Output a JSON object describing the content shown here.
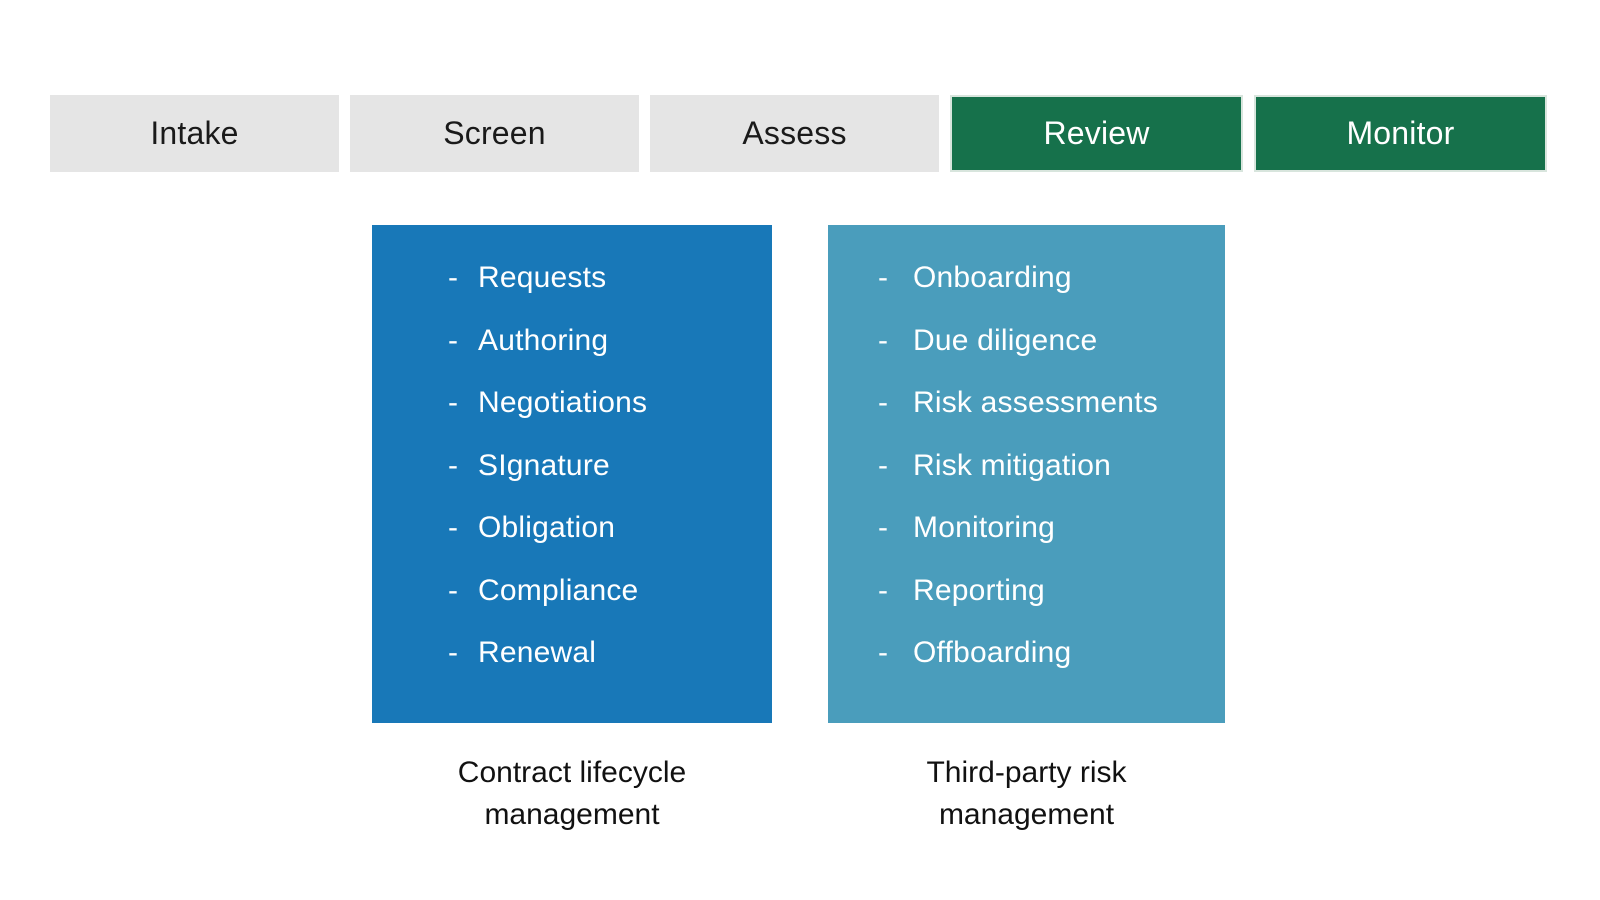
{
  "stages": [
    {
      "name": "intake",
      "label": "Intake",
      "variant": "inactive"
    },
    {
      "name": "screen",
      "label": "Screen",
      "variant": "inactive"
    },
    {
      "name": "assess",
      "label": "Assess",
      "variant": "inactive"
    },
    {
      "name": "review",
      "label": "Review",
      "variant": "active"
    },
    {
      "name": "monitor",
      "label": "Monitor",
      "variant": "active"
    }
  ],
  "bullet_char": "-",
  "panels": [
    {
      "name": "contract-lifecycle-management",
      "accent_color": "#1878b8",
      "items": [
        "Requests",
        "Authoring",
        "Negotiations",
        "SIgnature",
        "Obligation",
        "Compliance",
        "Renewal"
      ],
      "caption_lines": [
        "Contract lifecycle",
        "management"
      ]
    },
    {
      "name": "third-party-risk-management",
      "accent_color": "#4a9dbc",
      "items": [
        "Onboarding",
        "Due diligence",
        "Risk assessments",
        "Risk mitigation",
        "Monitoring",
        "Reporting",
        "Offboarding"
      ],
      "caption_lines": [
        "Third-party risk",
        "management"
      ]
    }
  ],
  "colors": {
    "background": "#ffffff",
    "stage_inactive_bg": "#e5e5e5",
    "stage_inactive_text": "#1a1a1a",
    "stage_active_bg": "#16714b",
    "stage_active_border": "#d8e5dd",
    "stage_active_text": "#ffffff",
    "panel_blue": "#1878b8",
    "panel_teal": "#4a9dbc",
    "panel_text": "#ffffff",
    "caption_text": "#111111"
  }
}
